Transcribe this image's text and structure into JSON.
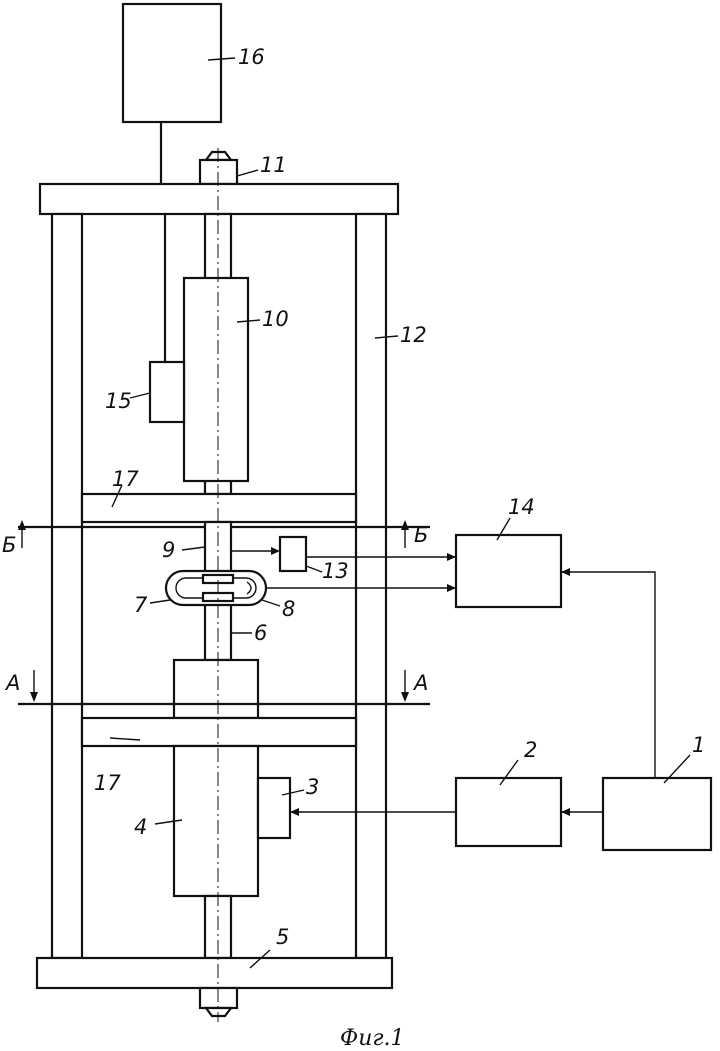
{
  "figure": {
    "caption": "Фиг.1",
    "labels": {
      "l1": "1",
      "l2": "2",
      "l3": "3",
      "l4": "4",
      "l5": "5",
      "l6": "6",
      "l7": "7",
      "l8": "8",
      "l9": "9",
      "l10": "10",
      "l11": "11",
      "l12": "12",
      "l13": "13",
      "l14": "14",
      "l15": "15",
      "l16": "16",
      "l17a": "17",
      "l17b": "17"
    },
    "sections": {
      "b_left": "Б",
      "b_right": "Б",
      "a_left": "А",
      "a_right": "А"
    }
  }
}
